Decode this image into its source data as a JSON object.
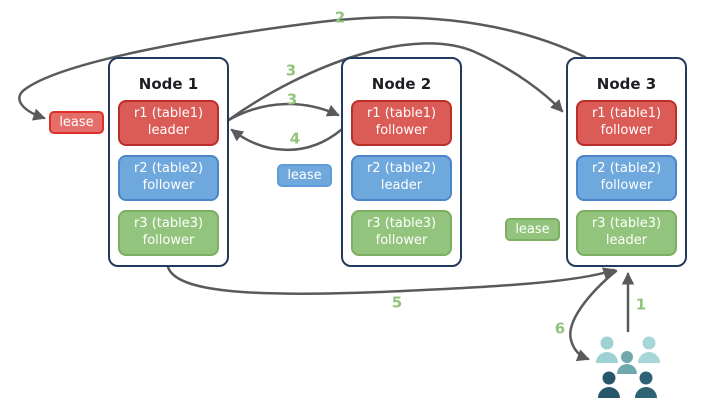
{
  "diagram": {
    "nodes": [
      {
        "title": "Node 1",
        "replicas": [
          {
            "name": "r1 (table1)",
            "role": "leader",
            "color": "red"
          },
          {
            "name": "r2 (table2)",
            "role": "follower",
            "color": "blue"
          },
          {
            "name": "r3 (table3)",
            "role": "follower",
            "color": "green"
          }
        ]
      },
      {
        "title": "Node 2",
        "replicas": [
          {
            "name": "r1 (table1)",
            "role": "follower",
            "color": "red"
          },
          {
            "name": "r2 (table2)",
            "role": "leader",
            "color": "blue"
          },
          {
            "name": "r3 (table3)",
            "role": "follower",
            "color": "green"
          }
        ]
      },
      {
        "title": "Node 3",
        "replicas": [
          {
            "name": "r1 (table1)",
            "role": "follower",
            "color": "red"
          },
          {
            "name": "r2 (table2)",
            "role": "follower",
            "color": "blue"
          },
          {
            "name": "r3 (table3)",
            "role": "leader",
            "color": "green"
          }
        ]
      }
    ],
    "leases": [
      {
        "label": "lease",
        "color": "red"
      },
      {
        "label": "lease",
        "color": "blue"
      },
      {
        "label": "lease",
        "color": "green"
      }
    ],
    "steps": [
      {
        "label": "1"
      },
      {
        "label": "2"
      },
      {
        "label": "3"
      },
      {
        "label": "3"
      },
      {
        "label": "4"
      },
      {
        "label": "5"
      },
      {
        "label": "6"
      }
    ],
    "icons": {
      "clients": "users-icon"
    },
    "colors": {
      "replica_red_fill": "#DB5B57",
      "replica_red_border": "#BB2F2A",
      "replica_blue_fill": "#6FA8DC",
      "replica_blue_border": "#4A86C8",
      "replica_green_fill": "#93C47D",
      "replica_green_border": "#7CAE63",
      "lease_red_fill": "#E56E6A",
      "lease_red_border": "#DC3128",
      "lease_blue_border": "#5F9CD8",
      "node_border": "#223A5E",
      "arrow_gray": "#595A5C",
      "step_label_green": "#93C47D",
      "users_light_teal": "#9ED1D2",
      "users_medium_teal": "#6FA9AD",
      "users_dark_teal_left": "#27566B",
      "users_dark_teal_right": "#2E6375"
    }
  }
}
